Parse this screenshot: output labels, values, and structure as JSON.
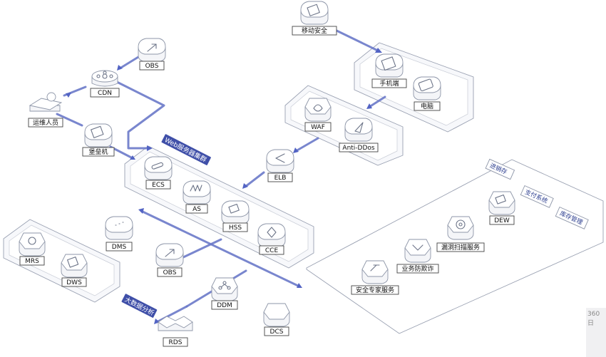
{
  "diagram": {
    "groups": {
      "web_cluster": "Web服务器集群",
      "big_data": "大数据分析"
    },
    "nodes": {
      "mobile_security": "移动安全",
      "phone": "手机端",
      "computer": "电脑",
      "obs_top": "OBS",
      "cdn": "CDN",
      "ops_staff": "运维人员",
      "bastion": "堡垒机",
      "waf": "WAF",
      "anti_ddos": "Anti-DDos",
      "elb": "ELB",
      "ecs": "ECS",
      "as": "AS",
      "hss": "HSS",
      "cce": "CCE",
      "dms": "DMS",
      "obs_mid": "OBS",
      "mrs": "MRS",
      "dws": "DWS",
      "ddm": "DDM",
      "rds": "RDS",
      "dcs": "DCS",
      "dew": "DEW",
      "vuln_scan": "漏洞扫描服务",
      "anti_fraud": "业务防欺诈",
      "security_expert": "安全专家服务"
    },
    "plates": {
      "inventory": "进销存",
      "payment": "支付系统",
      "warehouse": "库存管理"
    }
  },
  "watermark": "360日"
}
